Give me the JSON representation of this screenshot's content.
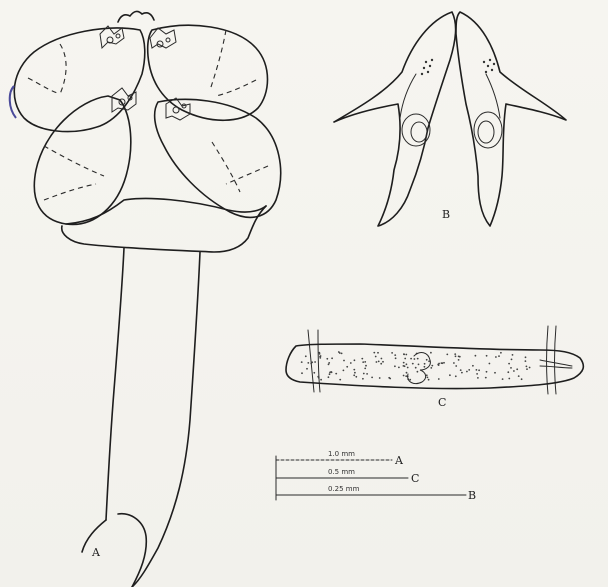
{
  "figure": {
    "labels": {
      "a": "A",
      "b": "B",
      "c": "C"
    },
    "scale_bars": [
      {
        "text": "1.0 mm",
        "end_label": "A"
      },
      {
        "text": "0.5 mm",
        "end_label": "C"
      },
      {
        "text": "0.25 mm",
        "end_label": "B"
      }
    ]
  }
}
